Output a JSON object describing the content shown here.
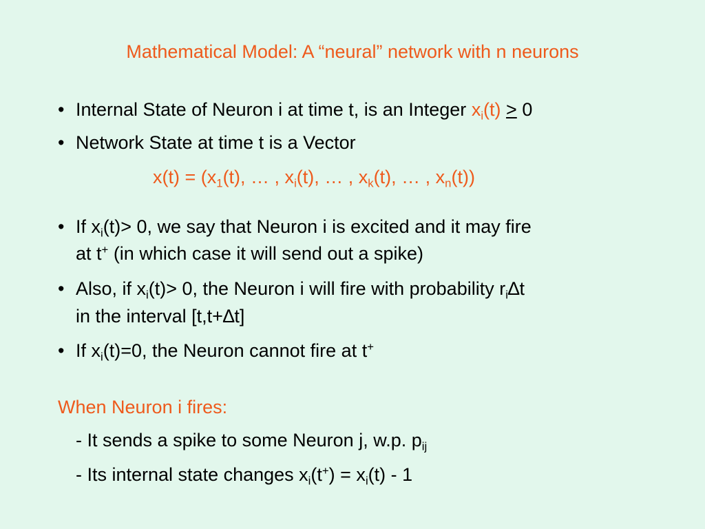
{
  "title": "Mathematical Model: A “neural” network with n neurons",
  "bullet_char": "•",
  "b1": {
    "text": "Internal State of Neuron i at time t, is an Integer ",
    "x": "x",
    "i": "i",
    "t": "(t)",
    "gt": ">",
    "zero": " 0"
  },
  "b2": {
    "text": "Network State at time t is a Vector"
  },
  "vec": {
    "p1": "x(t) = (x",
    "s1": "1",
    "p2": "(t), … , x",
    "s2": "i",
    "p3": "(t), … , x",
    "s3": "k",
    "p4": "(t), … , x",
    "s4": "n",
    "p5": "(t))"
  },
  "b3": {
    "p1": "If x",
    "sub": "i",
    "p2": "(t)> 0, we say that Neuron i is excited and it may fire",
    "l2a": "at t",
    "sup": "+",
    "l2b": " (in which case it will send out a spike)"
  },
  "b4": {
    "p1": "Also, if x",
    "sub": "i",
    "p2": "(t)> 0, the Neuron i will fire with probability r",
    "sub2": "i",
    "p3": "∆t",
    "l2": "in the interval [t,t+∆t]"
  },
  "b5": {
    "p1": "If x",
    "sub": "i",
    "p2": "(t)=0, the Neuron cannot fire at t",
    "sup": "+"
  },
  "fires": {
    "heading": "When Neuron i fires:",
    "l1a": "- It sends a spike to some Neuron j, w.p. p",
    "l1sub": "ij",
    "l2a": "- Its internal state changes x",
    "l2s1": "i",
    "l2b": "(t",
    "l2sup": "+",
    "l2c": ") = x",
    "l2s2": "i",
    "l2d": "(t) - 1"
  }
}
